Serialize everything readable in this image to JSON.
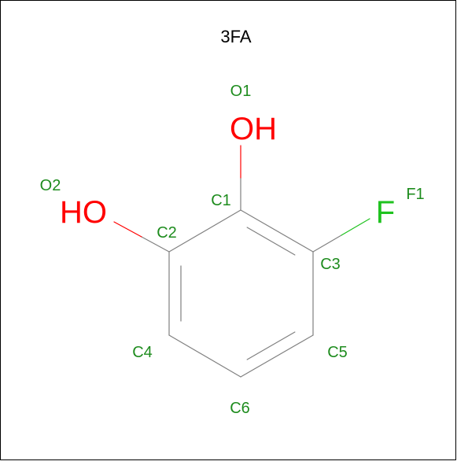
{
  "title": "3FA",
  "colors": {
    "bond": "#808080",
    "oxygen": "#ff0000",
    "fluorine": "#1fc21f",
    "atom_label": "#1e8c1e",
    "title": "#000000",
    "border": "#000000"
  },
  "atoms": [
    {
      "id": "O1",
      "name": "O1",
      "symbol": "OH",
      "element": "oxygen"
    },
    {
      "id": "O2",
      "name": "O2",
      "symbol": "HO",
      "element": "oxygen"
    },
    {
      "id": "F1",
      "name": "F1",
      "symbol": "F",
      "element": "fluorine"
    },
    {
      "id": "C1",
      "name": "C1",
      "symbol": "",
      "element": "carbon"
    },
    {
      "id": "C2",
      "name": "C2",
      "symbol": "",
      "element": "carbon"
    },
    {
      "id": "C3",
      "name": "C3",
      "symbol": "",
      "element": "carbon"
    },
    {
      "id": "C4",
      "name": "C4",
      "symbol": "",
      "element": "carbon"
    },
    {
      "id": "C5",
      "name": "C5",
      "symbol": "",
      "element": "carbon"
    },
    {
      "id": "C6",
      "name": "C6",
      "symbol": "",
      "element": "carbon"
    }
  ],
  "bonds": [
    {
      "from": "C1",
      "to": "O1",
      "order": 1
    },
    {
      "from": "C2",
      "to": "O2",
      "order": 1
    },
    {
      "from": "C3",
      "to": "F1",
      "order": 1
    },
    {
      "from": "C1",
      "to": "C2",
      "order": 1
    },
    {
      "from": "C1",
      "to": "C3",
      "order": 2
    },
    {
      "from": "C2",
      "to": "C4",
      "order": 2
    },
    {
      "from": "C3",
      "to": "C5",
      "order": 1
    },
    {
      "from": "C4",
      "to": "C6",
      "order": 1
    },
    {
      "from": "C5",
      "to": "C6",
      "order": 2
    }
  ]
}
